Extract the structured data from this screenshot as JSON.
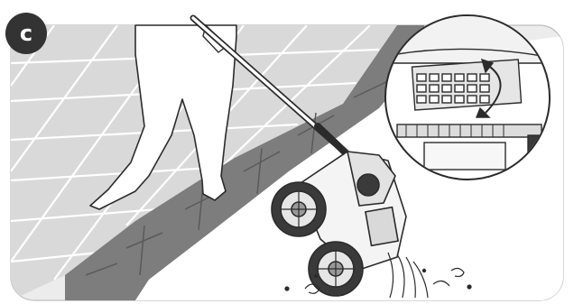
{
  "step": {
    "label": "c"
  },
  "colors": {
    "badge": "#333333",
    "panel": "#e9e9e9",
    "tile": "#d7d7d7",
    "tile_line": "#ffffff",
    "wall": "#7a7a7a",
    "outline": "#2b2b2b"
  },
  "icons": {
    "person": "person-silhouette",
    "robot": "pool-robot",
    "pole": "retrieval-pole",
    "zoom": "filter-basket-zoom",
    "water": "water-splash"
  }
}
